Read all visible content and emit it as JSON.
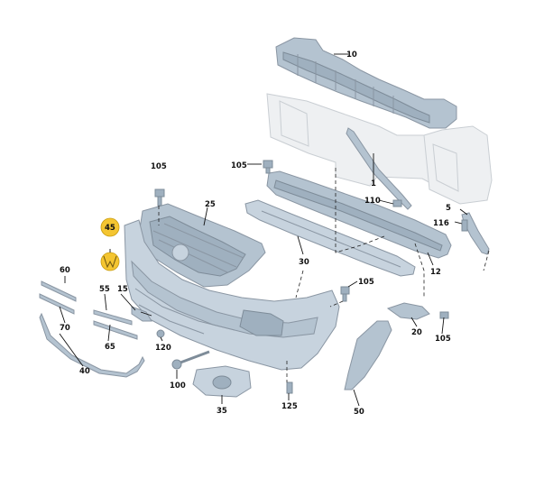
{
  "callouts": {
    "c10": "10",
    "c1": "1",
    "c105a": "105",
    "c105b": "105",
    "c105c": "105",
    "c105d": "105",
    "c110": "110",
    "c5": "5",
    "c116": "116",
    "c25": "25",
    "c45": "45",
    "c30": "30",
    "c12": "12",
    "c60": "60",
    "c55": "55",
    "c15": "15",
    "c70": "70",
    "c65": "65",
    "c40": "40",
    "c120": "120",
    "c20": "20",
    "c100": "100",
    "c35": "35",
    "c125": "125",
    "c50": "50"
  },
  "highlighted_part": "45",
  "colors": {
    "highlight": "#f4c531",
    "part_fill": "#b4c3d0",
    "part_stroke": "#8a96a3",
    "background_structure": "#eef0f2"
  }
}
